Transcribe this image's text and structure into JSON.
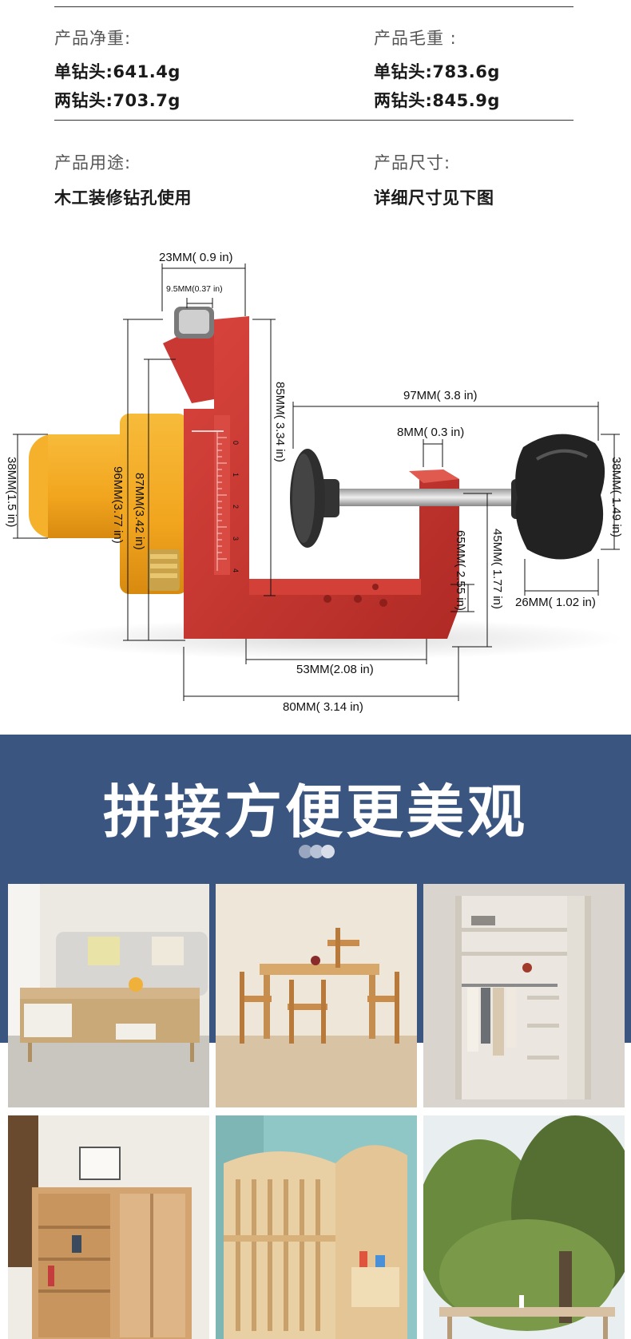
{
  "specs": {
    "net_weight": {
      "label": "产品净重:",
      "lines": [
        "单钻头:641.4g",
        "两钻头:703.7g"
      ]
    },
    "gross_weight": {
      "label": "产品毛重 :",
      "lines": [
        "单钻头:783.6g",
        "两钻头:845.9g"
      ]
    },
    "usage": {
      "label": "产品用途:",
      "value": "木工装修钻孔使用"
    },
    "size": {
      "label": "产品尺寸:",
      "value": "详细尺寸见下图"
    }
  },
  "dimensions": {
    "d23": "23MM( 0.9 in)",
    "d95": "9.5MM(0.37 in)",
    "d85": "85MM( 3.34 in)",
    "d97": "97MM( 3.8 in)",
    "d8": "8MM( 0.3 in)",
    "d38l": "38MM(1.5 in)",
    "d96": "96MM(3.77 in)",
    "d87": "87MM(3.42 in)",
    "d65": "65MM( 2.55 in)",
    "d45": "45MM( 1.77 in)",
    "d38r": "38MM( 1.49 in)",
    "d26": "26MM( 1.02 in)",
    "d53": "53MM(2.08 in)",
    "d80": "80MM( 3.14 in)",
    "ruler": [
      "0",
      "1",
      "2",
      "3",
      "4"
    ]
  },
  "banner": {
    "title": "拼接方便更美观"
  },
  "colors": {
    "banner_bg": "#3a5580",
    "jig_red": "#c8342f",
    "body_yellow": "#f2a51e"
  },
  "photos": [
    {
      "scene": "coffee-table"
    },
    {
      "scene": "dining-set"
    },
    {
      "scene": "wardrobe"
    },
    {
      "scene": "shoe-cabinet"
    },
    {
      "scene": "crib"
    },
    {
      "scene": "garden"
    }
  ]
}
